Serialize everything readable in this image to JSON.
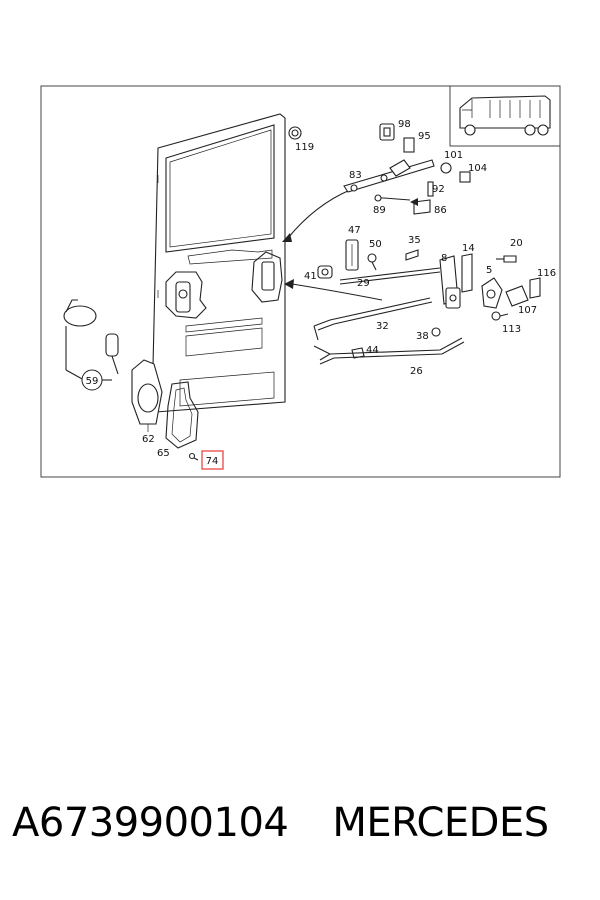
{
  "callouts": [
    {
      "id": "119",
      "label": "119"
    },
    {
      "id": "98",
      "label": "98"
    },
    {
      "id": "95",
      "label": "95"
    },
    {
      "id": "101",
      "label": "101"
    },
    {
      "id": "104",
      "label": "104"
    },
    {
      "id": "83",
      "label": "83"
    },
    {
      "id": "92",
      "label": "92"
    },
    {
      "id": "89",
      "label": "89"
    },
    {
      "id": "86",
      "label": "86"
    },
    {
      "id": "47",
      "label": "47"
    },
    {
      "id": "50",
      "label": "50"
    },
    {
      "id": "35",
      "label": "35"
    },
    {
      "id": "14",
      "label": "14"
    },
    {
      "id": "20",
      "label": "20"
    },
    {
      "id": "8",
      "label": "8"
    },
    {
      "id": "41",
      "label": "41"
    },
    {
      "id": "29",
      "label": "29"
    },
    {
      "id": "5",
      "label": "5"
    },
    {
      "id": "116",
      "label": "116"
    },
    {
      "id": "107",
      "label": "107"
    },
    {
      "id": "113",
      "label": "113"
    },
    {
      "id": "32",
      "label": "32"
    },
    {
      "id": "38",
      "label": "38"
    },
    {
      "id": "44",
      "label": "44"
    },
    {
      "id": "26",
      "label": "26"
    },
    {
      "id": "59",
      "label": "59"
    },
    {
      "id": "62",
      "label": "62"
    },
    {
      "id": "65",
      "label": "65"
    },
    {
      "id": "74",
      "label": "74"
    }
  ],
  "highlight": {
    "label": "74",
    "color": "#e53935"
  },
  "caption": {
    "part_number": "A6739900104",
    "brand": "MERCEDES"
  }
}
